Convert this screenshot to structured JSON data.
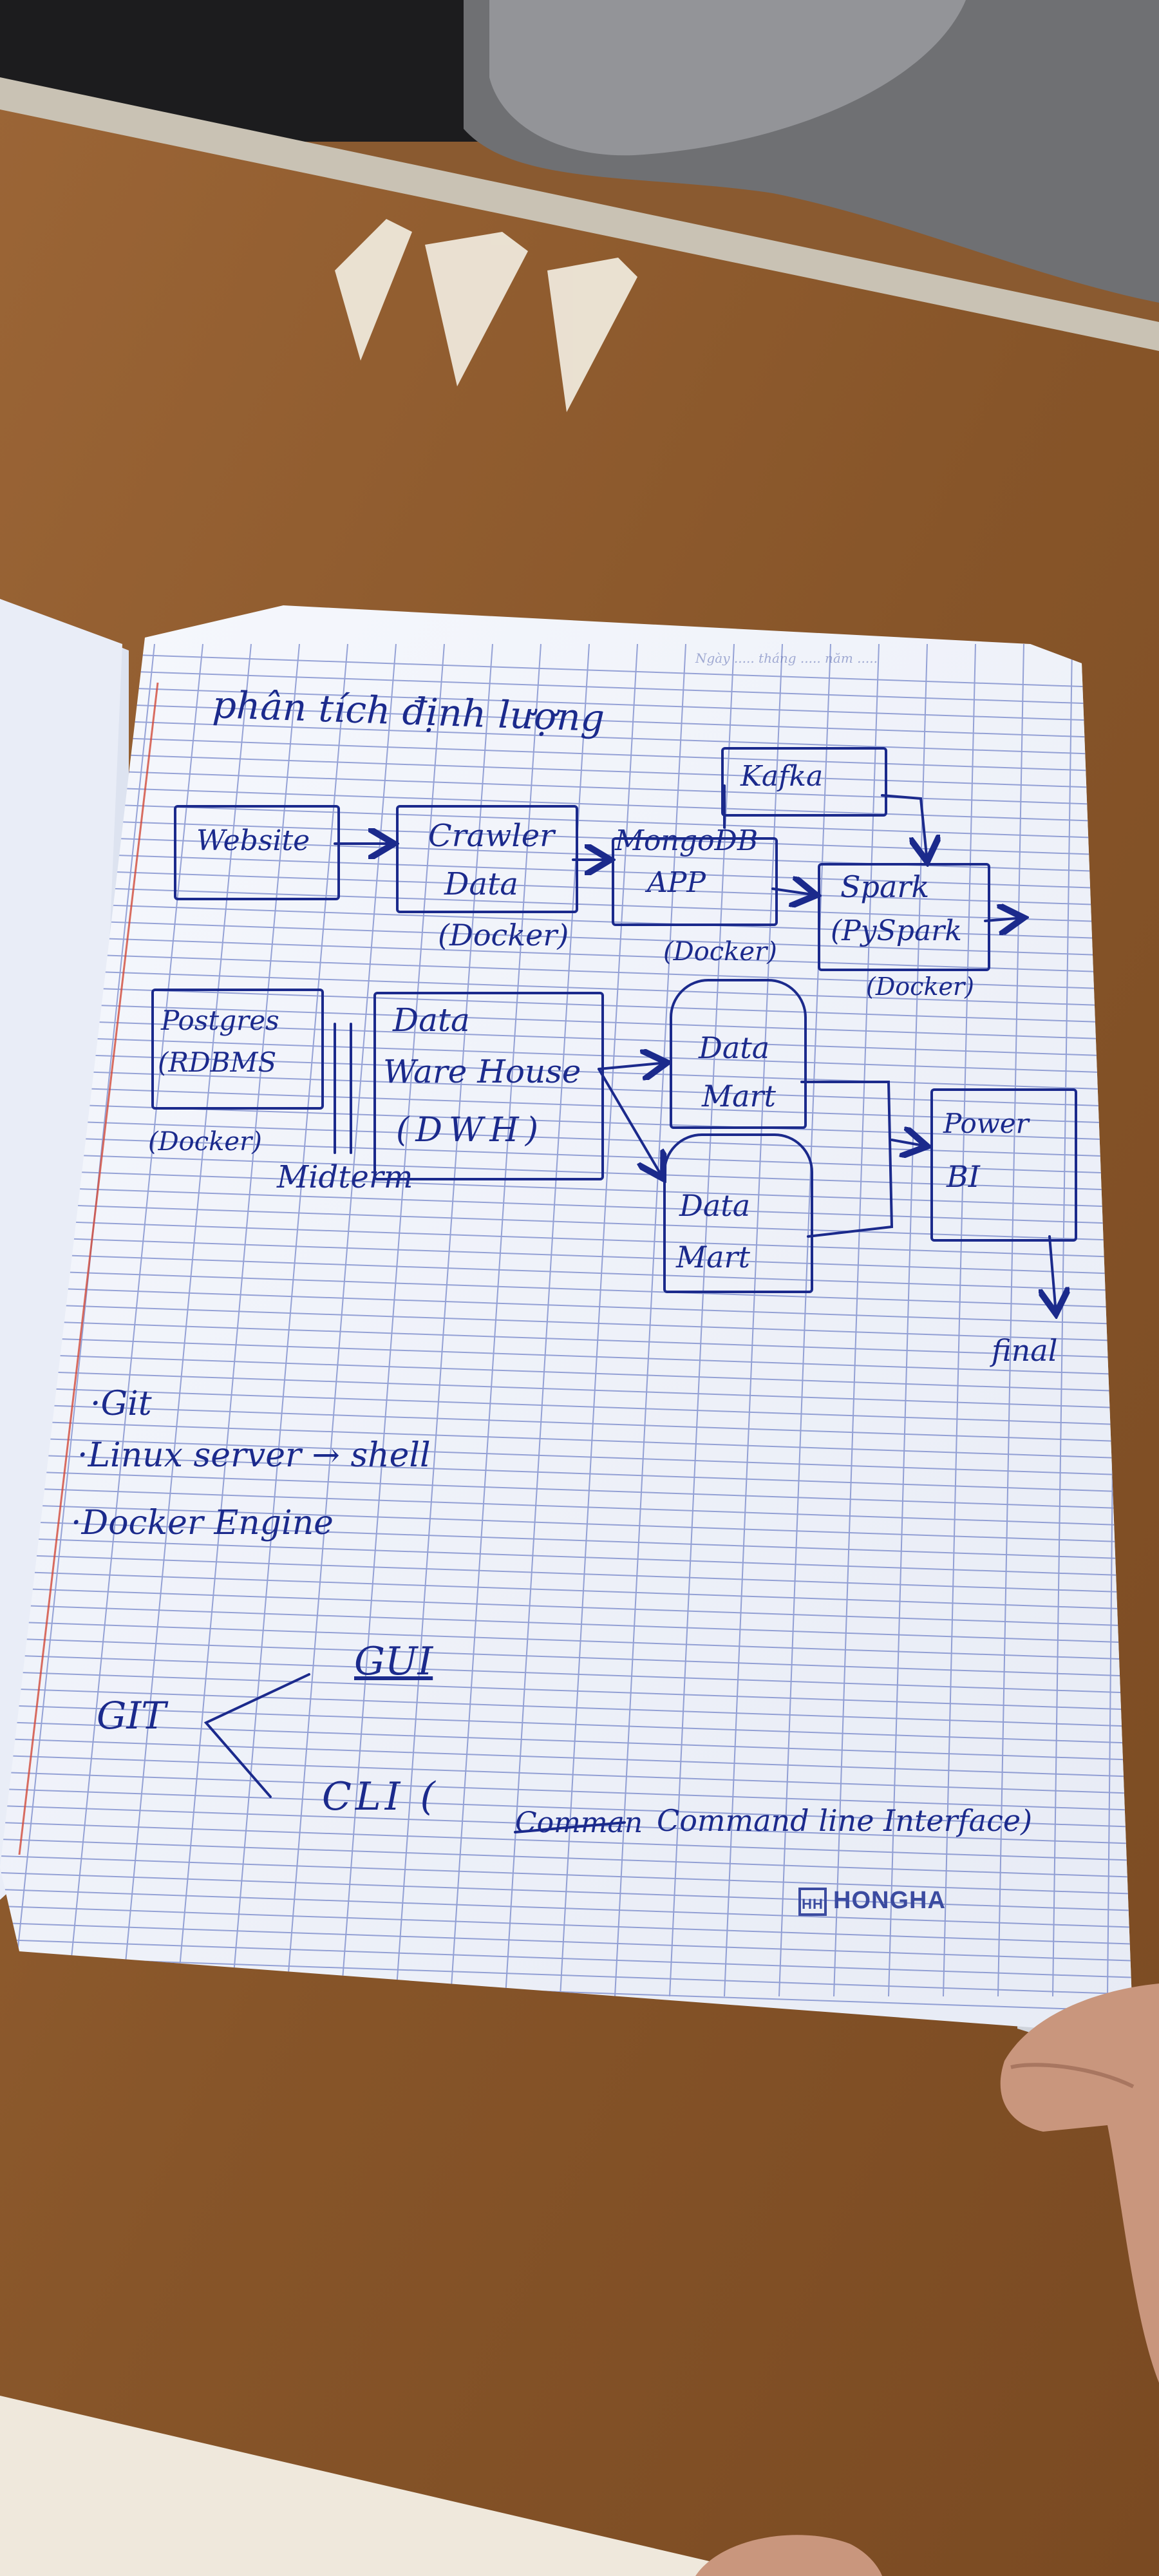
{
  "notebook": {
    "title": "phân tích định lượng",
    "date_header": "Ngày ..... tháng ..... năm .....",
    "brand": "HONGHA",
    "brand_logo": "HH"
  },
  "diagram": {
    "kafka": "Kafka",
    "website": "Website",
    "crawler_l1": "Crawler",
    "crawler_l2": "Data",
    "crawler_docker": "(Docker)",
    "mongo_l1": "MongoDB",
    "mongo_l2": "APP",
    "mongo_docker": "(Docker)",
    "spark_l1": "Spark",
    "spark_l2": "(PySpark",
    "spark_docker": "(Docker)",
    "postgres_l1": "Postgres",
    "postgres_l2": "(RDBMS",
    "postgres_docker": "(Docker)",
    "dwh_l1": "Data",
    "dwh_l2": "Ware House",
    "dwh_l3": "(DWH)",
    "midterm": "Midterm",
    "mart1_l1": "Data",
    "mart1_l2": "Mart",
    "mart2_l1": "Data",
    "mart2_l2": "Mart",
    "powerbi_l1": "Power",
    "powerbi_l2": "BI",
    "final": "final"
  },
  "notes": {
    "item1": "·Git",
    "item2": "·Linux server → shell",
    "item3": "·Docker Engine",
    "git": "GIT",
    "gui": "GUI",
    "cli": "CLI (",
    "cli_struck": "Comman",
    "cli_rest": "Command line Interface)"
  },
  "colors": {
    "ink": "#1b2a8c",
    "paper": "#f1f4fb",
    "grid": "#4a5fb8",
    "desk": "#8a5a30",
    "margin_line": "#d24a3a"
  }
}
